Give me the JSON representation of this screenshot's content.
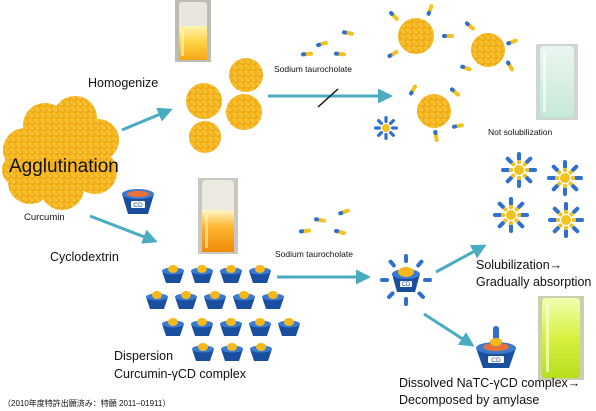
{
  "labels": {
    "homogenize": "Homogenize",
    "agglutination": "Agglutination",
    "curcumin": "Curcumin",
    "cyclodextrin": "Cyclodextrin",
    "sodium_taurocholate_top": "Sodium taurocholate",
    "sodium_taurocholate_bottom": "Sodium taurocholate",
    "not_solubilization": "Not solubilization",
    "solubilization_line1": "Solubilization→",
    "solubilization_line2": "Gradually absorption",
    "dispersion": "Dispersion",
    "complex": "Curcumin-γCD complex",
    "dissolved_line1": "Dissolved NaTC-γCD complex→",
    "dissolved_line2": "Decomposed by amylase",
    "patent": "（2010年度特許出願済み：特願 2011–01911）",
    "cd_tag": "CD"
  },
  "colors": {
    "curcumin_yellow": "#f4b81c",
    "curcumin_orange": "#f09a10",
    "cd_blue": "#1a4fa0",
    "taurocholate_blue": "#2e6fd0",
    "taurocholate_yellow": "#f2c21e",
    "arrow_teal": "#49acc0"
  }
}
